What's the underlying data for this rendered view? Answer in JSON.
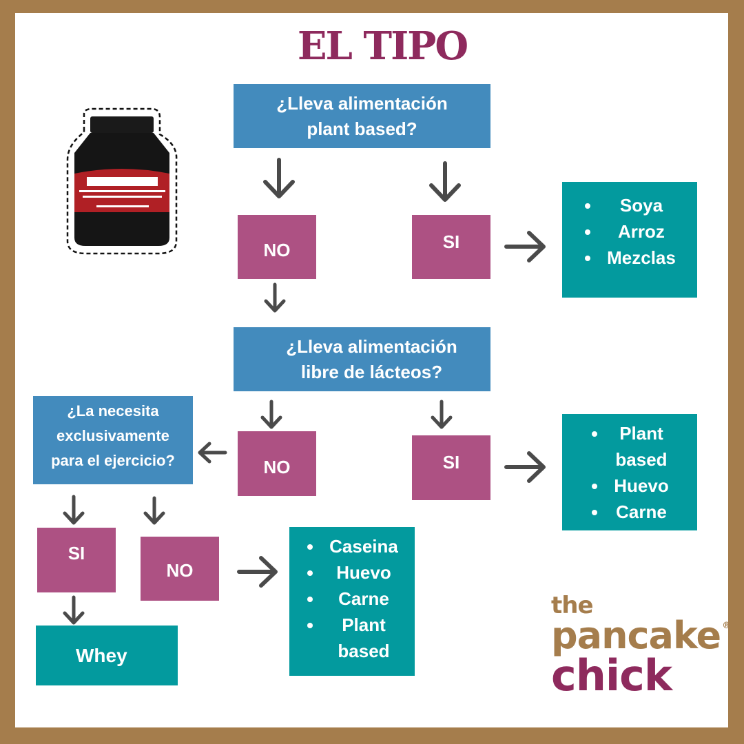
{
  "title": "EL TIPO",
  "colors": {
    "frame": "#a57d4c",
    "title": "#8e2a5d",
    "question": "#438bbd",
    "answer": "#ad5183",
    "result": "#039a9e",
    "arrow": "#4a4a4a"
  },
  "q1": {
    "line1": "¿Lleva alimentación",
    "line2": "plant based?"
  },
  "q1_no": "NO",
  "q1_si": "SI",
  "list1": [
    "Soya",
    "Arroz",
    "Mezclas"
  ],
  "q2": {
    "line1": "¿Lleva alimentación",
    "line2": "libre de lácteos?"
  },
  "q2_no": "NO",
  "q2_si": "SI",
  "list2": [
    "Plant",
    "based",
    "Huevo",
    "Carne"
  ],
  "q3": {
    "line1": "¿La necesita",
    "line2": "exclusivamente",
    "line3": "para el ejercicio?"
  },
  "q3_si": "SI",
  "q3_no": "NO",
  "list3": [
    "Caseina",
    "Huevo",
    "Carne",
    "Plant",
    "based"
  ],
  "whey": "Whey",
  "logo": {
    "line1": "the",
    "line2": "pancake",
    "line3": "chick",
    "mark": "®"
  }
}
